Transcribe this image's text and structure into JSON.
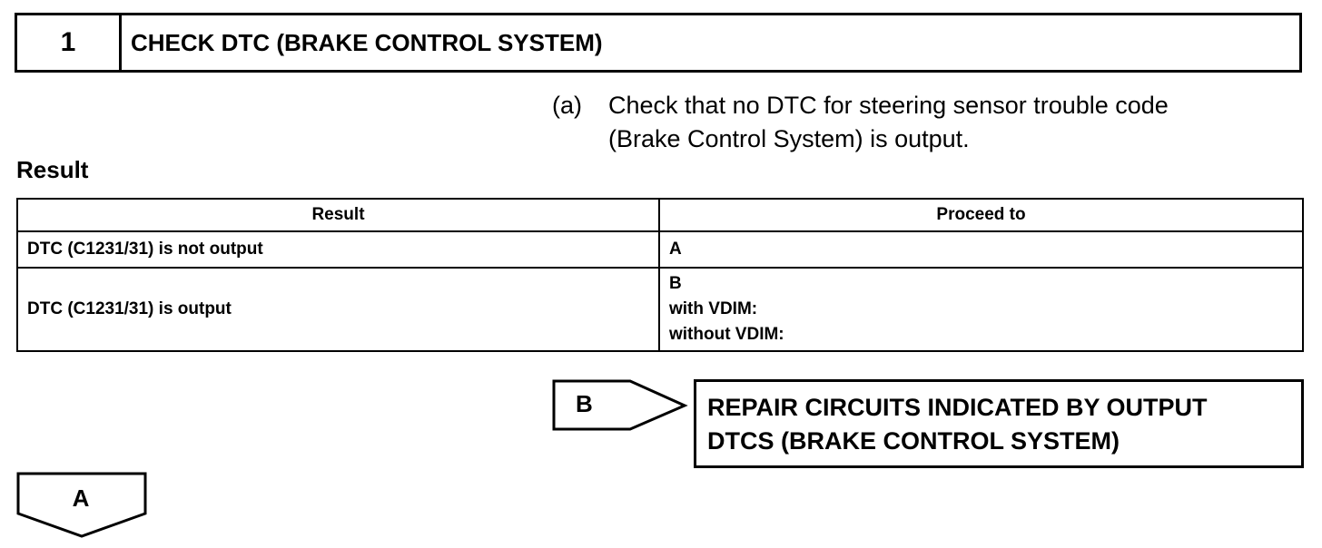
{
  "step": {
    "number": "1",
    "title": "CHECK DTC (BRAKE CONTROL SYSTEM)"
  },
  "instruction": {
    "marker": "(a)",
    "line1": "Check that no DTC for steering sensor trouble code",
    "line2": "(Brake Control System) is output."
  },
  "result_heading": "Result",
  "result_table": {
    "headers": [
      "Result",
      "Proceed to"
    ],
    "rows": [
      {
        "result": "DTC (C1231/31) is not output",
        "proceed": [
          "A"
        ]
      },
      {
        "result": "DTC (C1231/31) is output",
        "proceed": [
          "B",
          "with VDIM:",
          "without VDIM:"
        ]
      }
    ]
  },
  "flow": {
    "b_label": "B",
    "b_action_line1": "REPAIR CIRCUITS INDICATED BY OUTPUT",
    "b_action_line2": "DTCS (BRAKE CONTROL SYSTEM)",
    "a_label": "A"
  }
}
